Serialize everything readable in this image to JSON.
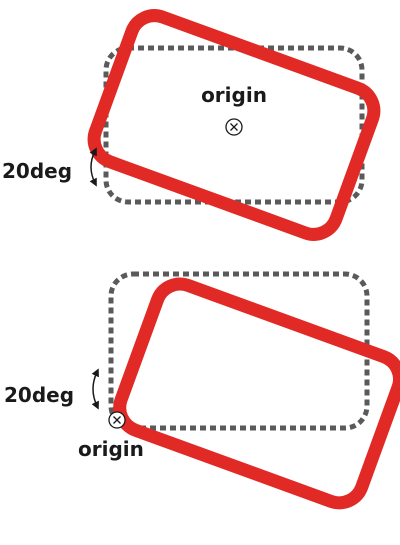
{
  "colors": {
    "rotated_box": "#e12a26",
    "original_box": "#5a5a5a",
    "text": "#1a1a1a"
  },
  "panels": [
    {
      "angle_label": "20deg",
      "origin_label": "origin",
      "origin_marker": "x-circle-icon",
      "rotation_deg": 20,
      "origin_position": "center"
    },
    {
      "angle_label": "20deg",
      "origin_label": "origin",
      "origin_marker": "x-circle-icon",
      "rotation_deg": 20,
      "origin_position": "bottom-left"
    }
  ]
}
